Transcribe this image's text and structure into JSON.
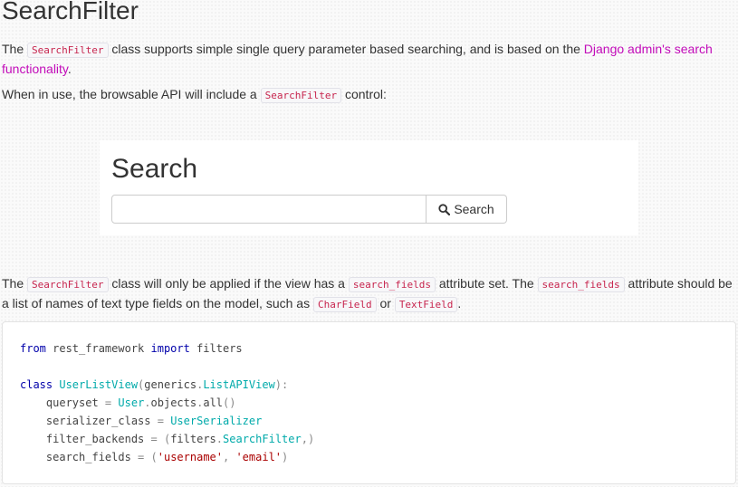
{
  "heading": "SearchFilter",
  "p1": {
    "t1": "The ",
    "code1": "SearchFilter",
    "t2": " class supports simple single query parameter based searching, and is based on the ",
    "link": "Django admin's search functionality",
    "t3": "."
  },
  "p2": {
    "t1": "When in use, the browsable API will include a ",
    "code1": "SearchFilter",
    "t2": " control:"
  },
  "demo": {
    "title": "Search",
    "input_value": "",
    "button_label": "Search",
    "icon": "search-icon"
  },
  "p3": {
    "t1": "The ",
    "code1": "SearchFilter",
    "t2": " class will only be applied if the view has a ",
    "code2": "search_fields",
    "t3": " attribute set. The ",
    "code3": "search_fields",
    "t4": " attribute should be a list of names of text type fields on the model, such as ",
    "code4": "CharField",
    "t5": " or ",
    "code5": "TextField",
    "t6": "."
  },
  "code": {
    "l1": {
      "kw1": "from",
      "mod": " rest_framework ",
      "kw2": "import",
      "name": " filters"
    },
    "l3": {
      "kw": "class",
      "cls": " UserListView",
      "p1": "(",
      "base1": "generics",
      "dot": ".",
      "base2": "ListAPIView",
      "p2": "):"
    },
    "l4": {
      "indent": "    ",
      "name": "queryset",
      "eq": " = ",
      "cls": "User",
      "dot1": ".",
      "a1": "objects",
      "dot2": ".",
      "a2": "all",
      "paren": "()"
    },
    "l5": {
      "indent": "    ",
      "name": "serializer_class",
      "eq": " = ",
      "cls": "UserSerializer"
    },
    "l6": {
      "indent": "    ",
      "name": "filter_backends",
      "eq": " = ",
      "p1": "(",
      "mod": "filters",
      "dot": ".",
      "cls": "SearchFilter",
      "p2": ",)"
    },
    "l7": {
      "indent": "    ",
      "name": "search_fields",
      "eq": " = ",
      "p1": "(",
      "s1": "'username'",
      "comma": ", ",
      "s2": "'email'",
      "p2": ")"
    }
  }
}
